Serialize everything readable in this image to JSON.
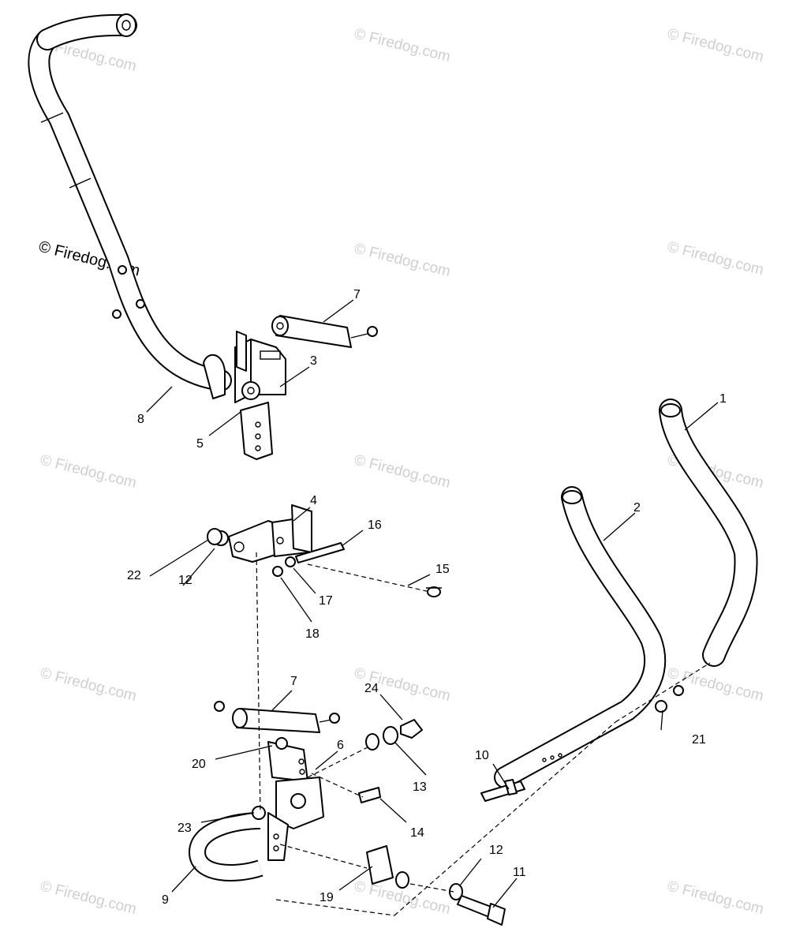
{
  "watermark_text": "© Firedog.com",
  "callouts": {
    "c1": "1",
    "c2": "2",
    "c3": "3",
    "c4": "4",
    "c5": "5",
    "c6": "6",
    "c7a": "7",
    "c7b": "7",
    "c8": "8",
    "c9": "9",
    "c10": "10",
    "c11": "11",
    "c12a": "12",
    "c12b": "12",
    "c13": "13",
    "c14": "14",
    "c15": "15",
    "c16": "16",
    "c17": "17",
    "c18": "18",
    "c19": "19",
    "c20": "20",
    "c21": "21",
    "c22": "22",
    "c23": "23",
    "c24": "24"
  }
}
